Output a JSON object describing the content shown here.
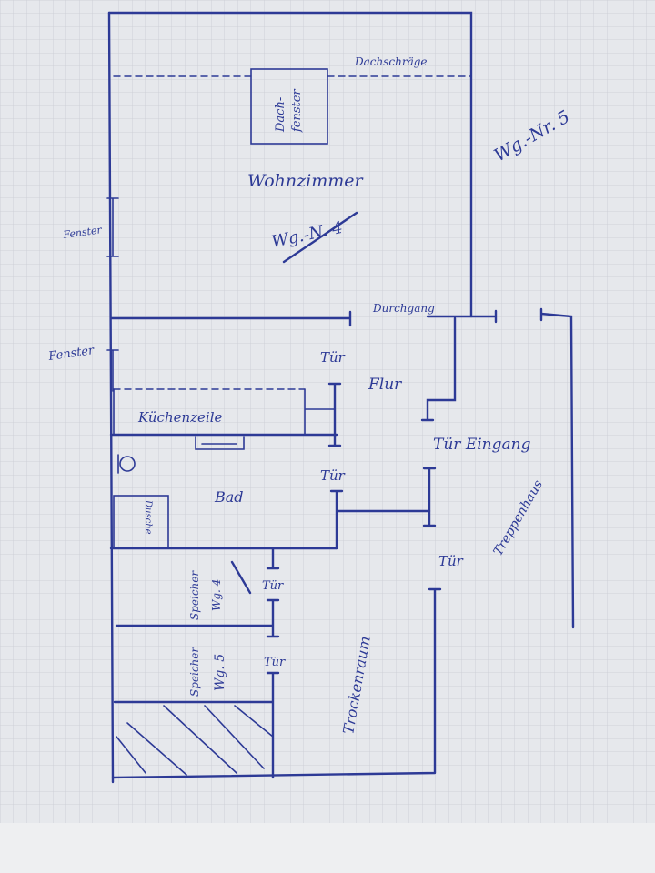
{
  "colors": {
    "ink": "#2d3a96",
    "paper": "#e6e8ec",
    "grid": "#c9ccd3"
  },
  "plan": {
    "roof_slope": "Dachschräge",
    "skylight": [
      "Dach-",
      "fenster"
    ],
    "living_room": "Wohnzimmer",
    "apartment_4": "Wg.-N. 4",
    "apartment_5": "Wg.-Nr. 5",
    "window_upper": "Fenster",
    "window_lower": "Fenster",
    "passage": "Durchgang",
    "door_kitchen": "Tür",
    "hallway": "Flur",
    "kitchenette": "Küchenzeile",
    "entrance_door": "Tür Eingang",
    "door_bath": "Tür",
    "bathroom": "Bad",
    "shower": "Dusche",
    "staircase": "Treppenhaus",
    "door_drying": "Tür",
    "storage_4": [
      "Speicher",
      "Wg. 4"
    ],
    "door_storage_4": "Tür",
    "storage_5": [
      "Speicher",
      "Wg. 5"
    ],
    "door_storage_5": "Tür",
    "drying_room": "Trockenraum"
  }
}
